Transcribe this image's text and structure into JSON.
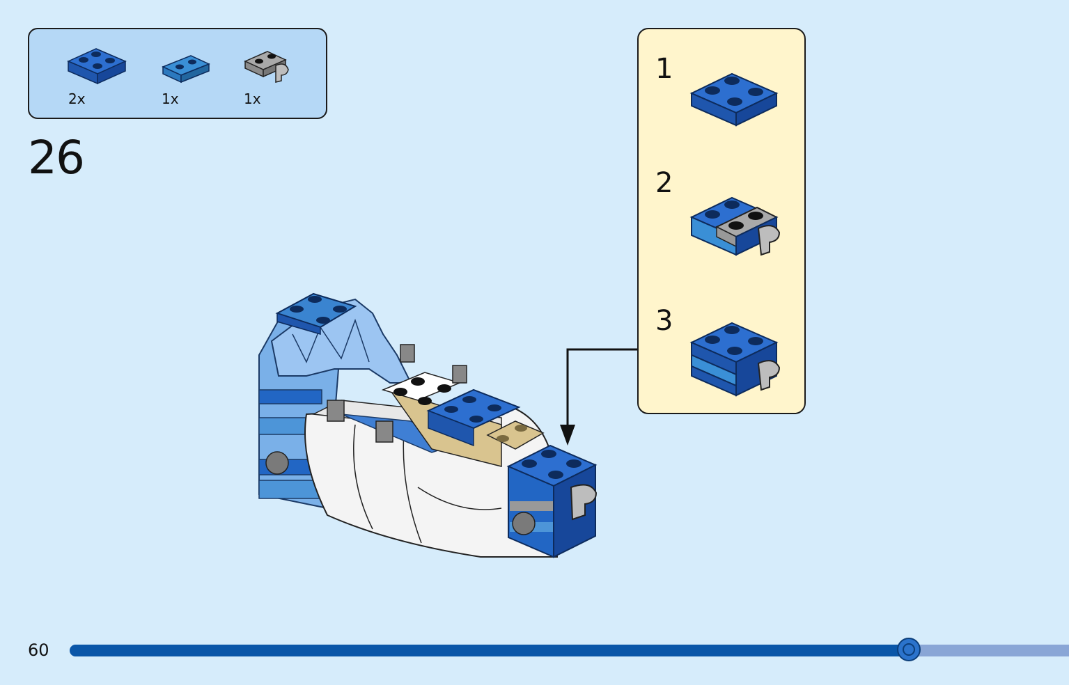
{
  "step": {
    "number": "26"
  },
  "parts_list": [
    {
      "quantity": "2x",
      "part": "blue-2x2-plate-icon"
    },
    {
      "quantity": "1x",
      "part": "medium-blue-1x2-plate-icon"
    },
    {
      "quantity": "1x",
      "part": "grey-plate-with-clip-icon"
    }
  ],
  "sub_assembly": [
    {
      "label": "1"
    },
    {
      "label": "2"
    },
    {
      "label": "3"
    }
  ],
  "page": {
    "number": "60"
  },
  "progress": {
    "fraction": 0.84
  },
  "colors": {
    "background": "#d6ecfb",
    "parts_box": "#b5d8f6",
    "sub_box": "#fff5cc",
    "brick_blue": "#1f5fbf",
    "progress_fill": "#0a56a8",
    "progress_track": "#8aa6d6"
  }
}
